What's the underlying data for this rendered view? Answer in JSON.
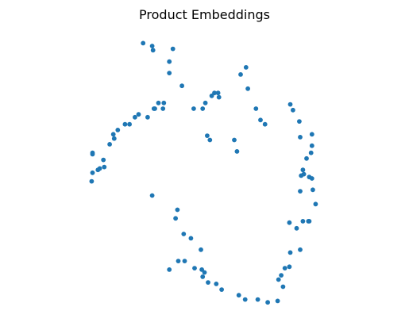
{
  "chart_data": {
    "type": "scatter",
    "title": "Product Embeddings",
    "xlabel": "",
    "ylabel": "",
    "axes_visible": false,
    "grid": false,
    "legend": "none",
    "marker_color": "#1f77b4",
    "x": [
      -1.43,
      -1.33,
      -1.32,
      -1.1,
      -1.14,
      -1.14,
      -1.0,
      -0.67,
      -0.64,
      -0.6,
      -0.59,
      -0.74,
      -0.77,
      -0.87,
      -1.2,
      -1.21,
      -1.26,
      -1.3,
      -1.31,
      -1.38,
      -1.48,
      -1.52,
      -1.58,
      -1.63,
      -1.71,
      -1.76,
      -1.75,
      -1.8,
      -1.99,
      -1.99,
      -1.87,
      -1.86,
      -1.91,
      -1.93,
      -1.99,
      -2.0,
      -1.33,
      -1.05,
      -1.07,
      -0.98,
      -0.9,
      -0.79,
      -0.97,
      -1.04,
      -0.86,
      -1.14,
      -0.78,
      -0.75,
      -0.77,
      -0.71,
      -0.62,
      -0.56,
      -0.37,
      -0.3,
      -0.16,
      -0.05,
      0.06,
      0.12,
      0.07,
      0.1,
      0.14,
      0.19,
      0.2,
      0.31,
      0.27,
      0.19,
      0.4,
      0.41,
      0.34,
      0.31,
      0.35,
      0.32,
      0.41,
      0.44,
      0.45,
      0.48,
      0.34,
      0.38,
      0.43,
      0.44,
      0.31,
      0.44,
      0.3,
      0.23,
      0.2,
      -0.39,
      -0.69,
      -0.72,
      -0.42,
      -0.08,
      -0.13,
      -0.18,
      -0.27,
      -0.35,
      -0.29
    ],
    "y": [
      1.95,
      1.93,
      1.9,
      1.91,
      1.82,
      1.74,
      1.65,
      1.58,
      1.6,
      1.6,
      1.57,
      1.53,
      1.49,
      1.49,
      1.53,
      1.49,
      1.53,
      1.49,
      1.49,
      1.43,
      1.45,
      1.43,
      1.38,
      1.38,
      1.34,
      1.31,
      1.28,
      1.24,
      1.18,
      1.17,
      1.13,
      1.08,
      1.07,
      1.06,
      1.04,
      0.98,
      0.88,
      0.78,
      0.72,
      0.61,
      0.58,
      0.5,
      0.42,
      0.42,
      0.37,
      0.36,
      0.36,
      0.34,
      0.31,
      0.27,
      0.26,
      0.22,
      0.18,
      0.15,
      0.15,
      0.13,
      0.14,
      0.24,
      0.29,
      0.32,
      0.37,
      0.38,
      0.48,
      0.5,
      0.65,
      0.69,
      0.7,
      0.7,
      0.7,
      0.91,
      1.03,
      1.02,
      1.01,
      1.0,
      0.92,
      0.82,
      1.06,
      1.14,
      1.18,
      1.23,
      1.29,
      1.31,
      1.4,
      1.48,
      1.52,
      1.19,
      1.27,
      1.3,
      1.27,
      1.38,
      1.41,
      1.49,
      1.63,
      1.73,
      1.78
    ],
    "xlim": [
      -2.1,
      0.6
    ],
    "ylim": [
      0.07,
      2.03
    ]
  }
}
